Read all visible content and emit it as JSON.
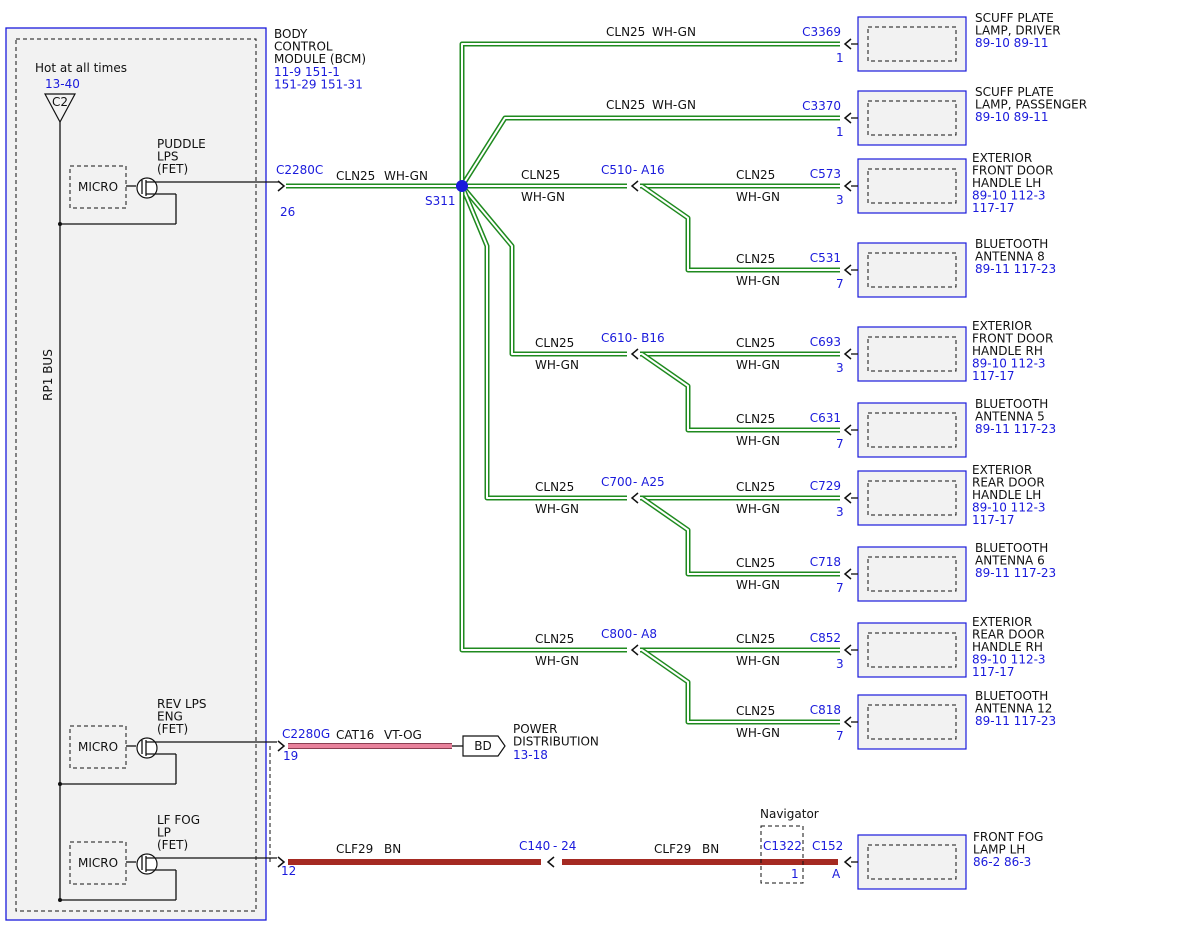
{
  "colors": {
    "blue": "#1a1adc",
    "wire_green": "#1f8a1f",
    "wire_white": "#ffffff",
    "vt_og": "#e8829c",
    "bn": "#a52a22",
    "ink": "#111111",
    "module_fill": "#f2f2f2"
  },
  "bcm": {
    "name_lines": [
      "BODY",
      "CONTROL",
      "MODULE (BCM)"
    ],
    "refs": [
      "11-9   151-1",
      "151-29  151-31"
    ],
    "hot_label": "Hot at all times",
    "hot_ref": "13-40",
    "fuse_label": "C2",
    "bus_label": "RP1 BUS",
    "micro_label": "MICRO",
    "drivers": [
      {
        "lines": [
          "PUDDLE",
          "LPS",
          "(FET)"
        ]
      },
      {
        "lines": [
          "REV LPS",
          "ENG",
          "(FET)"
        ]
      },
      {
        "lines": [
          "LF FOG",
          "LP",
          "(FET)"
        ]
      }
    ]
  },
  "outputs": [
    {
      "connector": "C2280C",
      "pin": "26",
      "circuit": "CLN25",
      "color": "WH-GN"
    },
    {
      "connector": "C2280G",
      "pin": "19",
      "circuit": "CAT16",
      "color": "VT-OG"
    },
    {
      "connector": "",
      "pin": "12",
      "circuit": "CLF29",
      "color": "BN"
    }
  ],
  "splice": {
    "label": "S311"
  },
  "inline_fog": {
    "connector": "C140",
    "pin": "- 24"
  },
  "power_dist": {
    "tag": "BD",
    "lines": [
      "POWER",
      "DISTRIBUTION"
    ],
    "ref": "13-18"
  },
  "navigator": {
    "label": "Navigator",
    "connector": "C1322",
    "pin": "1"
  },
  "wire_labels": {
    "circuit": "CLN25",
    "color": "WH-GN"
  },
  "fog_wire": {
    "circuit": "CLF29",
    "color": "BN"
  },
  "inlines": [
    {
      "connector": "C510",
      "pin": "- A16"
    },
    {
      "connector": "C610",
      "pin": "- B16"
    },
    {
      "connector": "C700",
      "pin": "- A25"
    },
    {
      "connector": "C800",
      "pin": "- A8"
    }
  ],
  "components": [
    {
      "connector": "C3369",
      "pin": "1",
      "name": [
        "SCUFF PLATE",
        "LAMP, DRIVER"
      ],
      "refs": [
        "89-10  89-11"
      ]
    },
    {
      "connector": "C3370",
      "pin": "1",
      "name": [
        "SCUFF PLATE",
        "LAMP, PASSENGER"
      ],
      "refs": [
        "89-10  89-11"
      ]
    },
    {
      "connector": "C573",
      "pin": "3",
      "name": [
        "EXTERIOR",
        "FRONT DOOR",
        "HANDLE LH"
      ],
      "refs": [
        "89-10  112-3",
        "117-17"
      ]
    },
    {
      "connector": "C531",
      "pin": "7",
      "name": [
        "BLUETOOTH",
        "ANTENNA 8"
      ],
      "refs": [
        "89-11    117-23"
      ]
    },
    {
      "connector": "C693",
      "pin": "3",
      "name": [
        "EXTERIOR",
        "FRONT DOOR",
        "HANDLE RH"
      ],
      "refs": [
        "89-10  112-3",
        "117-17"
      ]
    },
    {
      "connector": "C631",
      "pin": "7",
      "name": [
        "BLUETOOTH",
        "ANTENNA 5"
      ],
      "refs": [
        "89-11    117-23"
      ]
    },
    {
      "connector": "C729",
      "pin": "3",
      "name": [
        "EXTERIOR",
        "REAR DOOR",
        "HANDLE LH"
      ],
      "refs": [
        "89-10  112-3",
        "117-17"
      ]
    },
    {
      "connector": "C718",
      "pin": "7",
      "name": [
        "BLUETOOTH",
        "ANTENNA 6"
      ],
      "refs": [
        "89-11    117-23"
      ]
    },
    {
      "connector": "C852",
      "pin": "3",
      "name": [
        "EXTERIOR",
        "REAR DOOR",
        "HANDLE RH"
      ],
      "refs": [
        "89-10  112-3",
        "117-17"
      ]
    },
    {
      "connector": "C818",
      "pin": "7",
      "name": [
        "BLUETOOTH",
        "ANTENNA 12"
      ],
      "refs": [
        "89-11    117-23"
      ]
    },
    {
      "connector": "C152",
      "pin": "A",
      "name": [
        "FRONT FOG",
        "LAMP LH"
      ],
      "refs": [
        "86-2   86-3"
      ]
    }
  ]
}
